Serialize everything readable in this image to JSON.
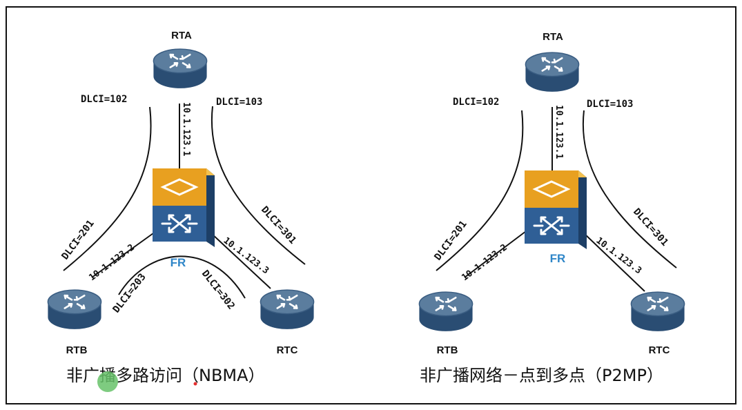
{
  "colors": {
    "router_top": "#5b7d9e",
    "router_side": "#2a4d73",
    "switch_orange": "#e8a020",
    "switch_blue": "#2f5f96",
    "fr_label": "#2f86c8",
    "cursor_green": "#67c26a",
    "marker_red": "#e53030"
  },
  "icons": {
    "router": "router-icon",
    "frame_relay_switch": "frame-relay-switch-icon"
  },
  "left": {
    "caption": "非广播多路访问（NBMA）",
    "routers": {
      "a": "RTA",
      "b": "RTB",
      "c": "RTC"
    },
    "switch_label": "FR",
    "dlci": {
      "a_b": "DLCI=102",
      "a_c": "DLCI=103",
      "b_a": "DLCI=201",
      "c_a": "DLCI=301",
      "b_c": "DLCI=203",
      "c_b": "DLCI=302"
    },
    "ips": {
      "a": "10.1.123.1",
      "b": "10.1.123.2",
      "c": "10.1.123.3"
    }
  },
  "right": {
    "caption": "非广播网络－点到多点（P2MP）",
    "routers": {
      "a": "RTA",
      "b": "RTB",
      "c": "RTC"
    },
    "switch_label": "FR",
    "dlci": {
      "a_b": "DLCI=102",
      "a_c": "DLCI=103",
      "b_a": "DLCI=201",
      "c_a": "DLCI=301"
    },
    "ips": {
      "a": "10.1.123.1",
      "b": "10.1.123.2",
      "c": "10.1.123.3"
    }
  }
}
